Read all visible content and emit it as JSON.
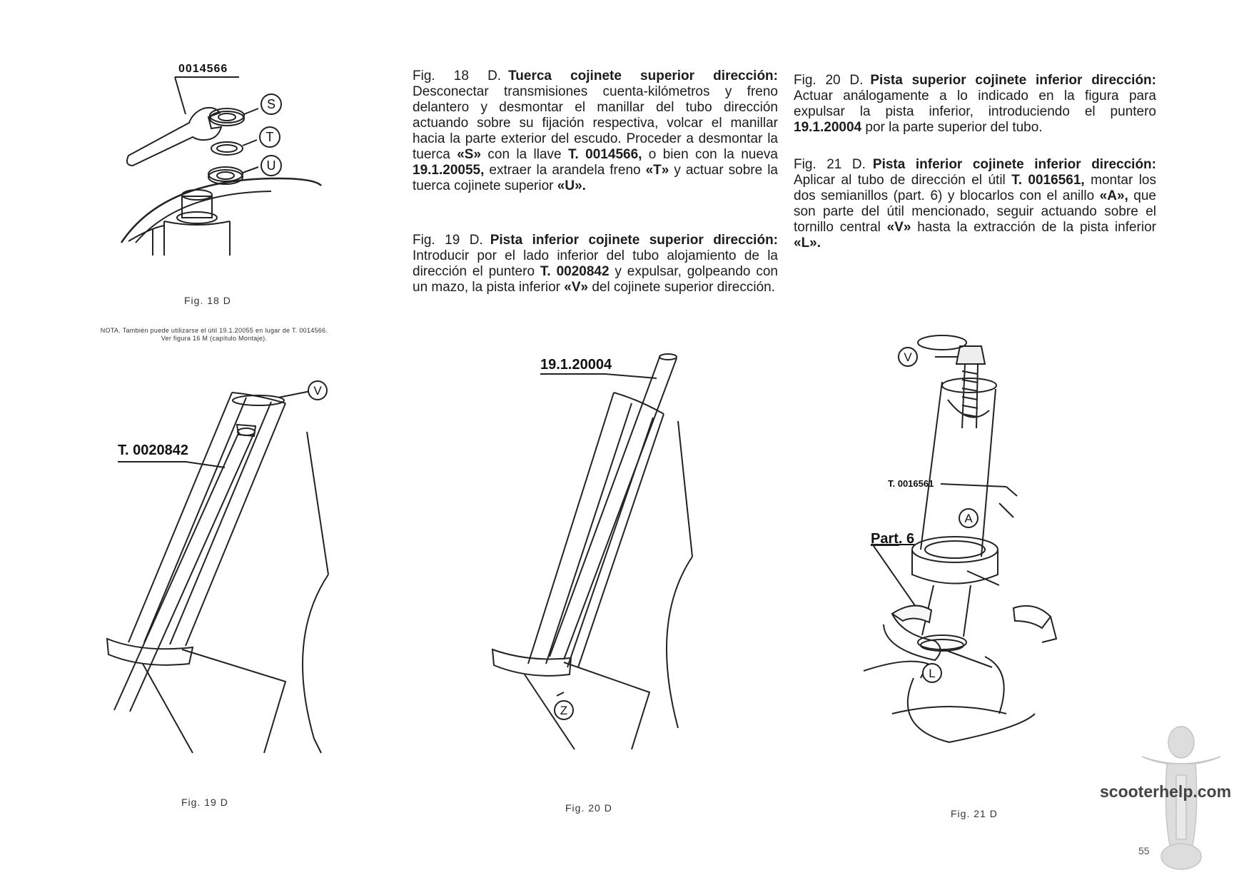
{
  "page_number": "55",
  "watermark": "scooterhelp.com",
  "figures": {
    "fig18": {
      "caption": "Fig. 18 D",
      "ref": "0014566",
      "labels": [
        "S",
        "T",
        "U"
      ]
    },
    "fig19": {
      "caption": "Fig. 19 D",
      "ref": "T. 0020842",
      "labels": [
        "V"
      ]
    },
    "fig20": {
      "caption": "Fig. 20 D",
      "ref": "19.1.20004",
      "labels": [
        "Z"
      ]
    },
    "fig21": {
      "caption": "Fig. 21 D",
      "ref": "T. 0016561",
      "part": "Part. 6",
      "labels": [
        "V",
        "A",
        "L"
      ]
    }
  },
  "nota": {
    "line1": "NOTA. También puede utilizarse el útil 19.1.20055 en lugar de T. 0014566.",
    "line2": "Ver figura 16 M (capítulo Montaje)."
  },
  "texts": {
    "p18": {
      "lead": "Fig. 18 D.",
      "title": "Tuerca cojinete superior dirección:",
      "t1": " Desconectar transmisiones cuenta-kilómetros y freno delantero y desmontar el manillar del tubo dirección actuando sobre su fijación respectiva, volcar el manillar hacia la parte exterior del escudo. Proceder a desmontar la tuerca ",
      "b1": "«S»",
      "t2": " con la llave ",
      "b2": "T. 0014566,",
      "t3": " o bien con la nueva ",
      "b3": "19.1.20055,",
      "t4": " extraer la arandela freno ",
      "b4": "«T»",
      "t5": " y actuar sobre la tuerca cojinete superior ",
      "b5": "«U».",
      "t6": ""
    },
    "p19": {
      "lead": "Fig. 19 D.",
      "title": "Pista inferior cojinete superior dirección:",
      "t1": " Introducir por el lado inferior del tubo alojamiento de la dirección el puntero ",
      "b1": "T. 0020842",
      "t2": " y expulsar, golpeando con un mazo, la pista inferior ",
      "b2": "«V»",
      "t3": " del cojinete superior dirección."
    },
    "p20": {
      "lead": "Fig. 20 D.",
      "title": "Pista superior cojinete inferior dirección:",
      "t1": " Actuar análogamente a lo indicado en la figura para expulsar la pista inferior, introduciendo el puntero ",
      "b1": "19.1.20004",
      "t2": " por la parte superior del tubo."
    },
    "p21": {
      "lead": "Fig. 21 D.",
      "title": "Pista inferior cojinete inferior dirección:",
      "t1": " Aplicar al tubo de dirección el útil ",
      "b1": "T. 0016561,",
      "t2": " montar los dos semianillos (part. 6) y blocarlos con el anillo ",
      "b2": "«A»,",
      "t3": " que son parte del útil mencionado, seguir actuando sobre el tornillo central ",
      "b3": "«V»",
      "t4": " hasta la extracción de la pista inferior ",
      "b4": "«L».",
      "t5": ""
    }
  }
}
